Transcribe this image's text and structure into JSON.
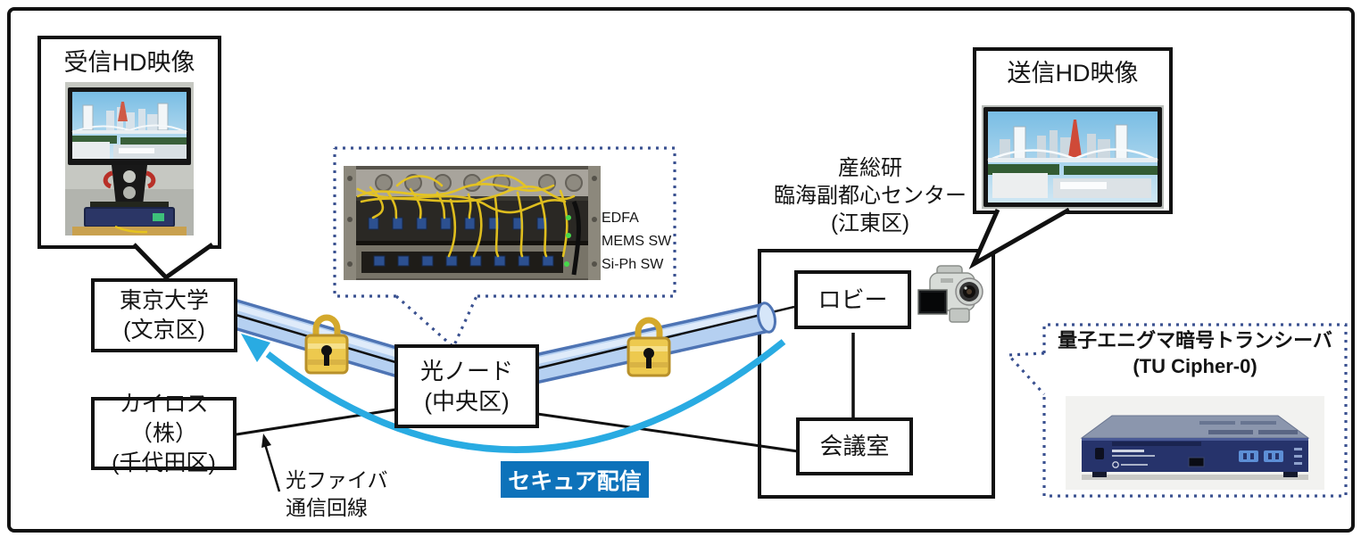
{
  "received": {
    "title": "受信HD映像"
  },
  "sent": {
    "title": "送信HD映像"
  },
  "rack": {
    "label1": "EDFA",
    "label2": "MEMS SW",
    "label3": "Si-Ph SW"
  },
  "tokyo_univ": {
    "line1": "東京大学",
    "line2": "(文京区)"
  },
  "kairos": {
    "line1": "カイロス（株）",
    "line2": "(千代田区)"
  },
  "optical_node": {
    "line1": "光ノード",
    "line2": "(中央区)"
  },
  "aist": {
    "line1": "産総研",
    "line2": "臨海副都心センター",
    "line3": "(江東区)"
  },
  "lobby": {
    "label": "ロビー"
  },
  "meeting_room": {
    "label": "会議室"
  },
  "secure": {
    "label": "セキュア配信",
    "bg_color": "#0d72ba"
  },
  "fiber": {
    "line1": "光ファイバ",
    "line2": "通信回線"
  },
  "quantum": {
    "title": "量子エニグマ暗号トランシーバ",
    "subtitle": "(TU Cipher-0)"
  },
  "colors": {
    "tube_fill": "#b5d0f1",
    "tube_border": "#4e74b4",
    "padlock_gold": "#edc94e",
    "secure_arrow_cyan": "#29abe2",
    "dotted_callout_blue": "#3a5190",
    "line_black": "#111111"
  }
}
